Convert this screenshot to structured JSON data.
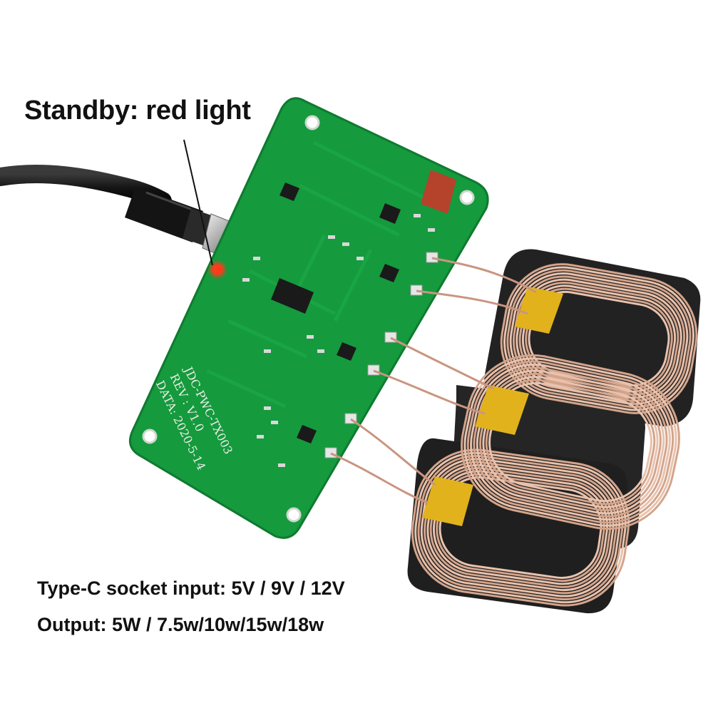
{
  "captions": {
    "standby": "Standby: red light",
    "input": "Type-C socket input: 5V / 9V / 12V",
    "output": "Output: 5W / 7.5w/10w/15w/18w"
  },
  "board_silkscreen": {
    "model": "JDC-PWC-TX003",
    "rev": "REV : V1.0",
    "date": "DATA: 2020-5-14"
  },
  "colors": {
    "pcb_green": "#159a3e",
    "pcb_dark_green": "#0f7a30",
    "copper_wire": "#d4a48a",
    "ferrite_black": "#222222",
    "tape_yellow": "#e2b21c",
    "led_red": "#ff3b1a",
    "capacitor_red": "#b5432b"
  },
  "icons": [
    "usb-c-cable",
    "pcb-board",
    "coil-pad",
    "status-led"
  ]
}
